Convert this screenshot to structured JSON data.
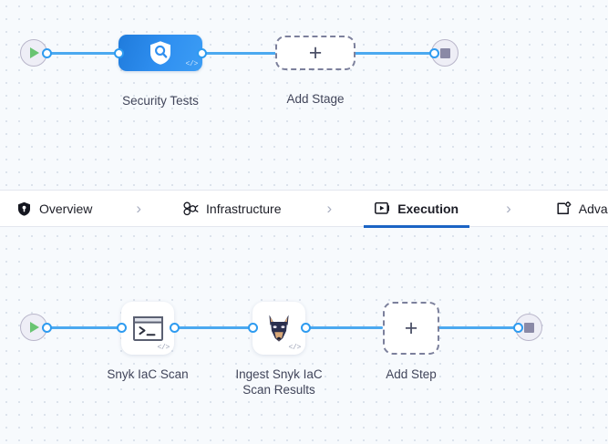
{
  "canvas": {
    "background_color": "#f7fafd",
    "grid_dot_color": "#d3dbe6",
    "connector_color": "#4ba9f0"
  },
  "stage_pipeline": {
    "start_node": {
      "icon": "play-icon",
      "label": "Start"
    },
    "end_node": {
      "icon": "stop-icon",
      "label": "End"
    },
    "stages": [
      {
        "name": "Security Tests",
        "icon": "shield-search-icon",
        "badge": "</>",
        "color": "#2f8ff0",
        "selected": true
      }
    ],
    "add_stage": {
      "label": "Add Stage",
      "icon": "plus-icon"
    }
  },
  "tabs": [
    {
      "label": "Overview",
      "icon": "shield-icon",
      "active": false
    },
    {
      "label": "Infrastructure",
      "icon": "infrastructure-icon",
      "active": false
    },
    {
      "label": "Execution",
      "icon": "execution-play-icon",
      "active": true
    },
    {
      "label": "Advanced",
      "icon": "advanced-gear-icon",
      "active": false
    }
  ],
  "tab_separator": "›",
  "active_tab_underline_color": "#1b64c4",
  "execution_pipeline": {
    "start_node": {
      "icon": "play-icon",
      "label": "Start"
    },
    "end_node": {
      "icon": "stop-icon",
      "label": "End"
    },
    "steps": [
      {
        "name": "Snyk IaC Scan",
        "icon": "terminal-icon",
        "badge": "</>"
      },
      {
        "name": "Ingest Snyk IaC Scan Results",
        "name_line1": "Ingest Snyk IaC",
        "name_line2": "Scan Results",
        "icon": "doberman-icon",
        "badge": "</>"
      }
    ],
    "add_step": {
      "label": "Add Step",
      "icon": "plus-icon"
    }
  }
}
